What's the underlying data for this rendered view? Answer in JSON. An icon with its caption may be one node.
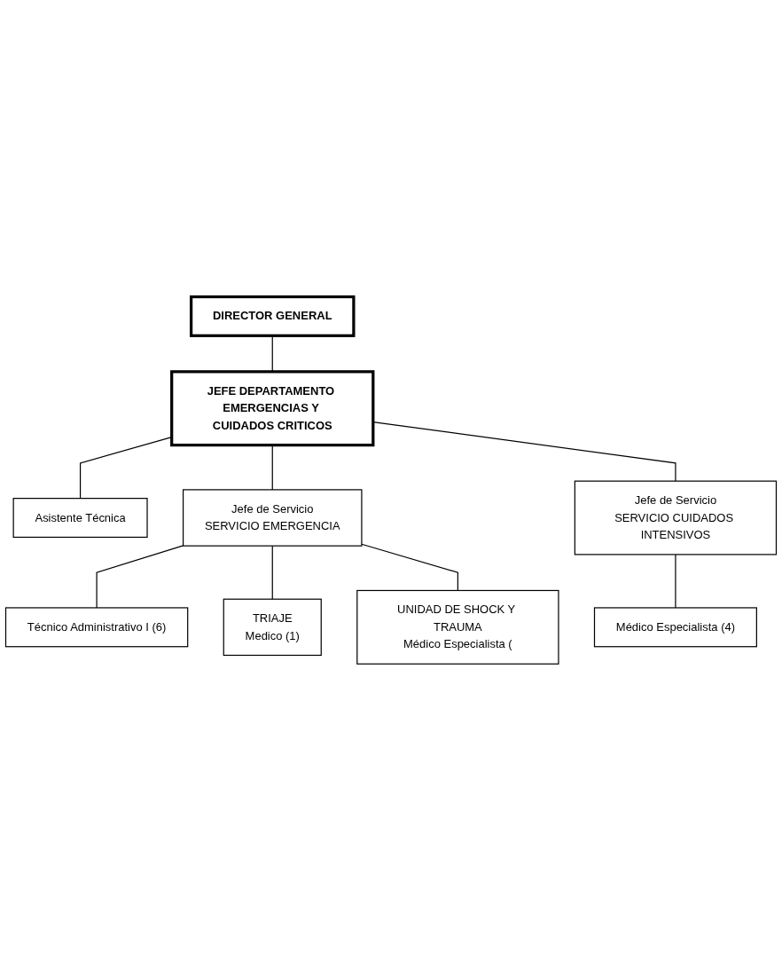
{
  "diagram": {
    "nodes": [
      {
        "text": [
          "DIRECTOR GENERAL"
        ]
      },
      {
        "text": [
          "JEFE DEPARTAMENTO EMERGENCIAS Y CUIDADOS CRITICOS"
        ]
      },
      {
        "text": [
          "Asistente Técnica"
        ]
      },
      {
        "text": [
          "Jefe de Servicio",
          "SERVICIO EMERGENCIA"
        ]
      },
      {
        "text": [
          "Jefe de Servicio",
          "SERVICIO CUIDADOS INTENSIVOS"
        ]
      },
      {
        "text": [
          "Técnico Administrativo I (6)"
        ]
      },
      {
        "text": [
          "Médico Especialista (4)"
        ]
      },
      {
        "text": [
          "TRIAJE",
          "Medico (1)"
        ]
      },
      {
        "text": [
          "UNIDAD DE SHOCK Y TRAUMA",
          "Médico Especialista ("
        ]
      }
    ],
    "edges": [
      {
        "from": 0,
        "to": 1,
        "arrow": "none"
      },
      {
        "from": 1,
        "to": 2,
        "arrow": "none"
      },
      {
        "from": 1,
        "to": 3,
        "arrow": "none"
      },
      {
        "from": 1,
        "to": 4,
        "arrow": "none"
      },
      {
        "from": 3,
        "to": 5,
        "arrow": "none"
      },
      {
        "from": 4,
        "to": 6,
        "arrow": "none"
      },
      {
        "from": 3,
        "to": 7,
        "arrow": "none"
      },
      {
        "from": 3,
        "to": 8,
        "arrow": "none"
      }
    ]
  }
}
